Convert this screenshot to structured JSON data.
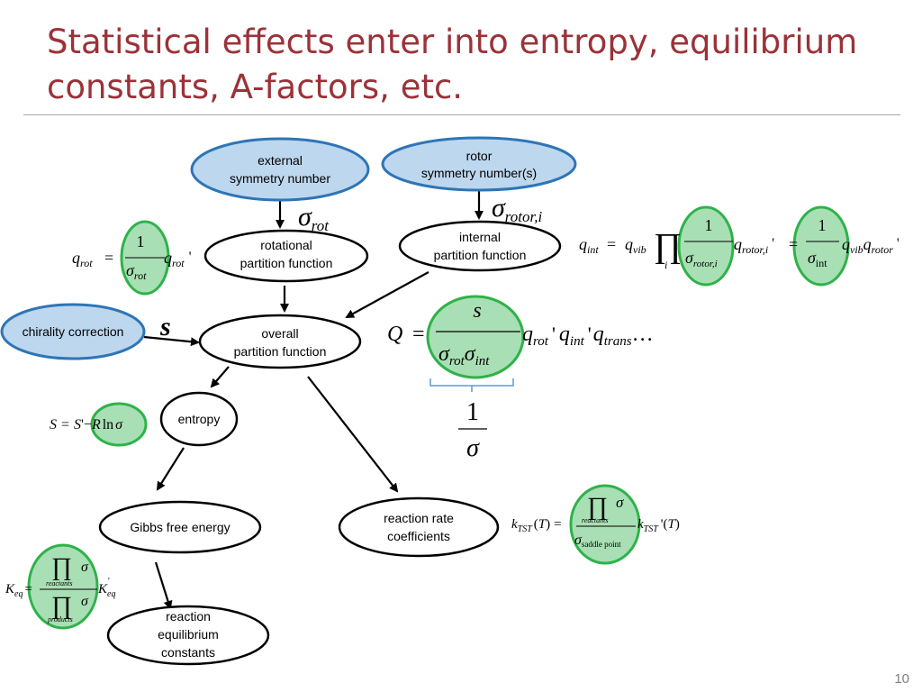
{
  "slide": {
    "title_line1": "Statistical effects enter into entropy, equilibrium",
    "title_line2": "constants, A-factors, etc.",
    "page_number": "10",
    "accent_color": "#9b3238"
  },
  "nodes": {
    "external_symmetry": {
      "line1": "external",
      "line2": "symmetry number"
    },
    "rotor_symmetry": {
      "line1": "rotor",
      "line2": "symmetry number(s)"
    },
    "rotational_pf": {
      "line1": "rotational",
      "line2": "partition function"
    },
    "internal_pf": {
      "line1": "internal",
      "line2": "partition function"
    },
    "chirality": {
      "line1": "chirality correction"
    },
    "overall_pf": {
      "line1": "overall",
      "line2": "partition function"
    },
    "entropy": {
      "line1": "entropy"
    },
    "gibbs": {
      "line1": "Gibbs free energy"
    },
    "rate_coeff": {
      "line1": "reaction rate",
      "line2": "coefficients"
    },
    "eq_constants": {
      "line1": "reaction",
      "line2": "equilibrium",
      "line3": "constants"
    }
  },
  "colors": {
    "blue_fill": "#bdd7ee",
    "blue_stroke": "#2e75b6",
    "green_fill": "#a9dfb4",
    "green_stroke": "#2fb24a",
    "bracket": "#5b9bd5"
  }
}
